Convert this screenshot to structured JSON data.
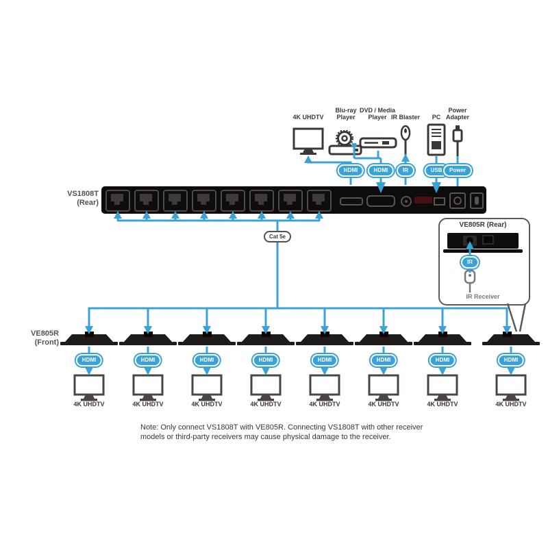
{
  "colors": {
    "cable_blue": "#39A3D7",
    "device_black": "#0D0B0B",
    "label_dark": "#3C3735",
    "label_gray": "#55504D",
    "inset_gray": "#58595B",
    "ir_gray": "#77787B"
  },
  "transmitter": {
    "model": "VS1808T",
    "view": "(Rear)"
  },
  "receiver_row": {
    "model": "VE805R",
    "view": "(Front)"
  },
  "sources": {
    "tv": "4K UHDTV",
    "bluray": [
      "Blu-ray",
      "Player"
    ],
    "dvd": [
      "DVD / Media",
      "Player"
    ],
    "ir_blaster": "IR Blaster",
    "pc": "PC",
    "power_adapter": [
      "Power",
      "Adapter"
    ]
  },
  "cables": {
    "hdmi_out": "HDMI",
    "hdmi_in": "HDMI",
    "ir": "IR",
    "usb": "USB",
    "power": "Power",
    "trunk": "Cat 5e"
  },
  "inset": {
    "title": "VE805R (Rear)",
    "cable": "IR",
    "device": "IR Receiver"
  },
  "receivers": [
    {
      "cable": "HDMI",
      "display": "4K UHDTV"
    },
    {
      "cable": "HDMI",
      "display": "4K UHDTV"
    },
    {
      "cable": "HDMI",
      "display": "4K UHDTV"
    },
    {
      "cable": "HDMI",
      "display": "4K UHDTV"
    },
    {
      "cable": "HDMI",
      "display": "4K UHDTV"
    },
    {
      "cable": "HDMI",
      "display": "4K UHDTV"
    },
    {
      "cable": "HDMI",
      "display": "4K UHDTV"
    },
    {
      "cable": "HDMI",
      "display": "4K UHDTV"
    }
  ],
  "note": {
    "line1": "Note: Only connect VS1808T with VE805R. Connecting VS1808T with other receiver",
    "line2": "models or third-party receivers may cause physical damage to the receiver."
  }
}
